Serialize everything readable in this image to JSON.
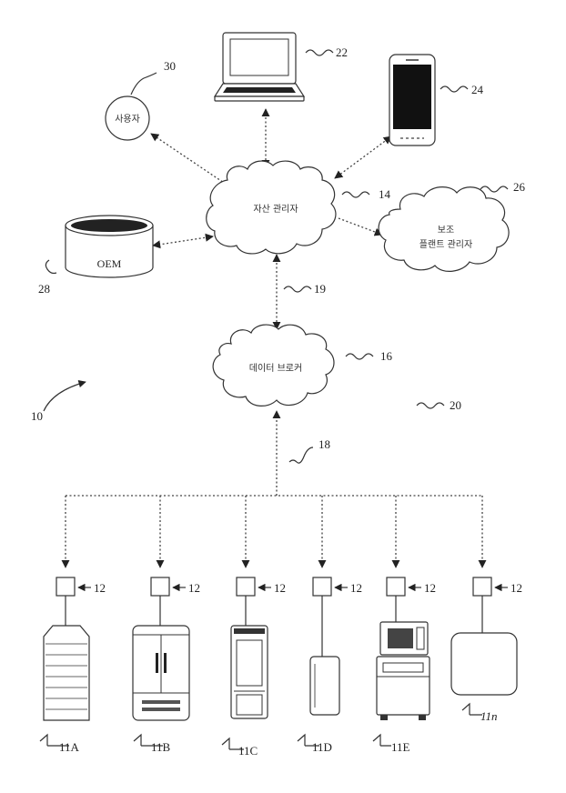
{
  "nodes": {
    "user": {
      "text": "사용자",
      "ref": "30"
    },
    "laptop": {
      "ref": "22"
    },
    "phone": {
      "ref": "24"
    },
    "asset_manager": {
      "text": "자산 관리자",
      "ref": "14"
    },
    "aux_plant_manager": {
      "line1": "보조",
      "line2": "플랜트 관리자",
      "ref": "26"
    },
    "oem": {
      "text": "OEM",
      "ref": "28"
    },
    "link_19": {
      "ref": "19"
    },
    "data_broker": {
      "text": "데이터 브로커",
      "ref": "16"
    },
    "system": {
      "ref": "10"
    },
    "network": {
      "ref": "20"
    },
    "bus": {
      "ref": "18"
    }
  },
  "gateways": [
    {
      "ref": "12"
    },
    {
      "ref": "12"
    },
    {
      "ref": "12"
    },
    {
      "ref": "12"
    },
    {
      "ref": "12"
    },
    {
      "ref": "12"
    }
  ],
  "appliances": [
    {
      "ref": "11A"
    },
    {
      "ref": "11B"
    },
    {
      "ref": "11C"
    },
    {
      "ref": "11D"
    },
    {
      "ref": "11E"
    },
    {
      "ref": "11n"
    }
  ]
}
